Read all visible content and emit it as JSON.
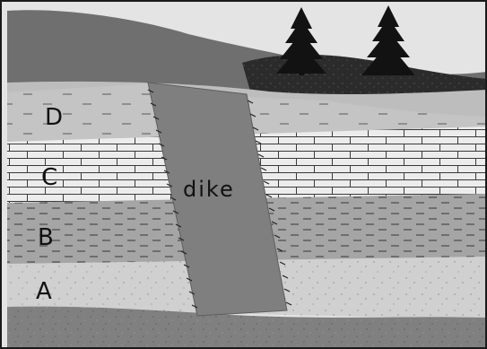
{
  "diagram": {
    "layers": [
      {
        "id": "A",
        "label": "A",
        "texture": "fine-speckle"
      },
      {
        "id": "B",
        "label": "B",
        "texture": "dashed-lines"
      },
      {
        "id": "C",
        "label": "C",
        "texture": "brick-pattern"
      },
      {
        "id": "D",
        "label": "D",
        "texture": "sparse-dashes"
      }
    ],
    "intrusion": {
      "label": "dike"
    },
    "decor": {
      "trees": [
        "tree-icon",
        "tree-icon"
      ]
    },
    "colors": {
      "sky": "#e4e4e4",
      "hill": "#6f6f6f",
      "surface": "#bdbdbd",
      "layer_d": "#c4c4c4",
      "layer_c": "#ececec",
      "layer_b": "#a5a5a5",
      "layer_a": "#d0d0d0",
      "bedrock": "#6e6e6e",
      "dike": "#7f7f7f",
      "tree": "#121212",
      "frame": "#1a1a1a"
    }
  }
}
